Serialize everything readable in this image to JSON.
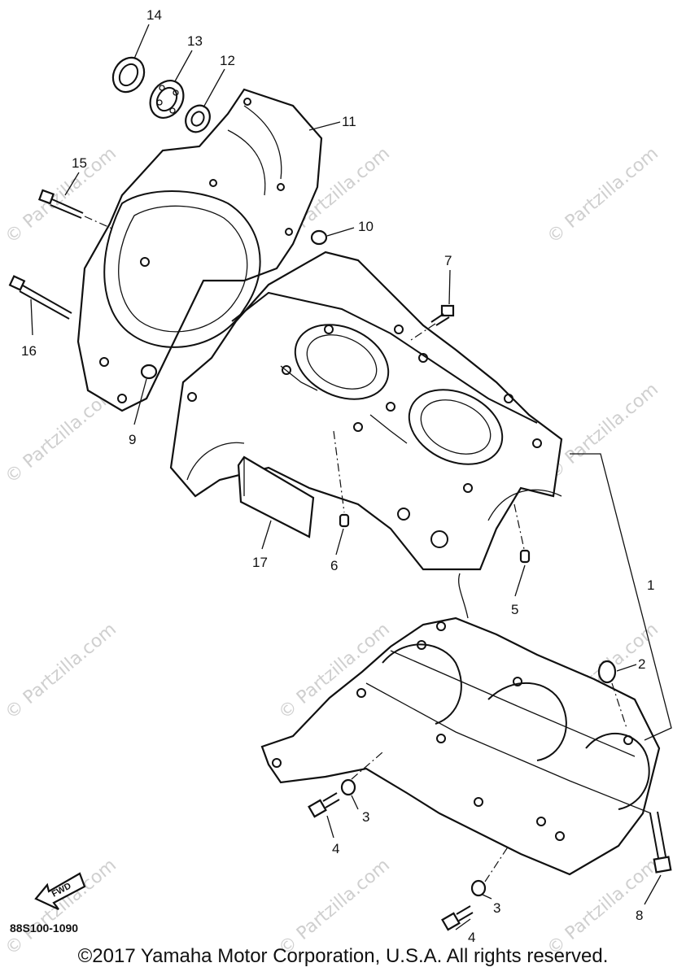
{
  "watermark": "© Partzilla.com",
  "diagram_code": "88S100-1090",
  "fwd_label": "FWD",
  "copyright": "©2017 Yamaha Motor Corporation, U.S.A. All rights reserved.",
  "labels": {
    "p1": "1",
    "p2": "2",
    "p3a": "3",
    "p3b": "3",
    "p4a": "4",
    "p4b": "4",
    "p5": "5",
    "p6": "6",
    "p7": "7",
    "p8": "8",
    "p9": "9",
    "p10": "10",
    "p11": "11",
    "p12": "12",
    "p13": "13",
    "p14": "14",
    "p15": "15",
    "p16": "16",
    "p17": "17"
  }
}
